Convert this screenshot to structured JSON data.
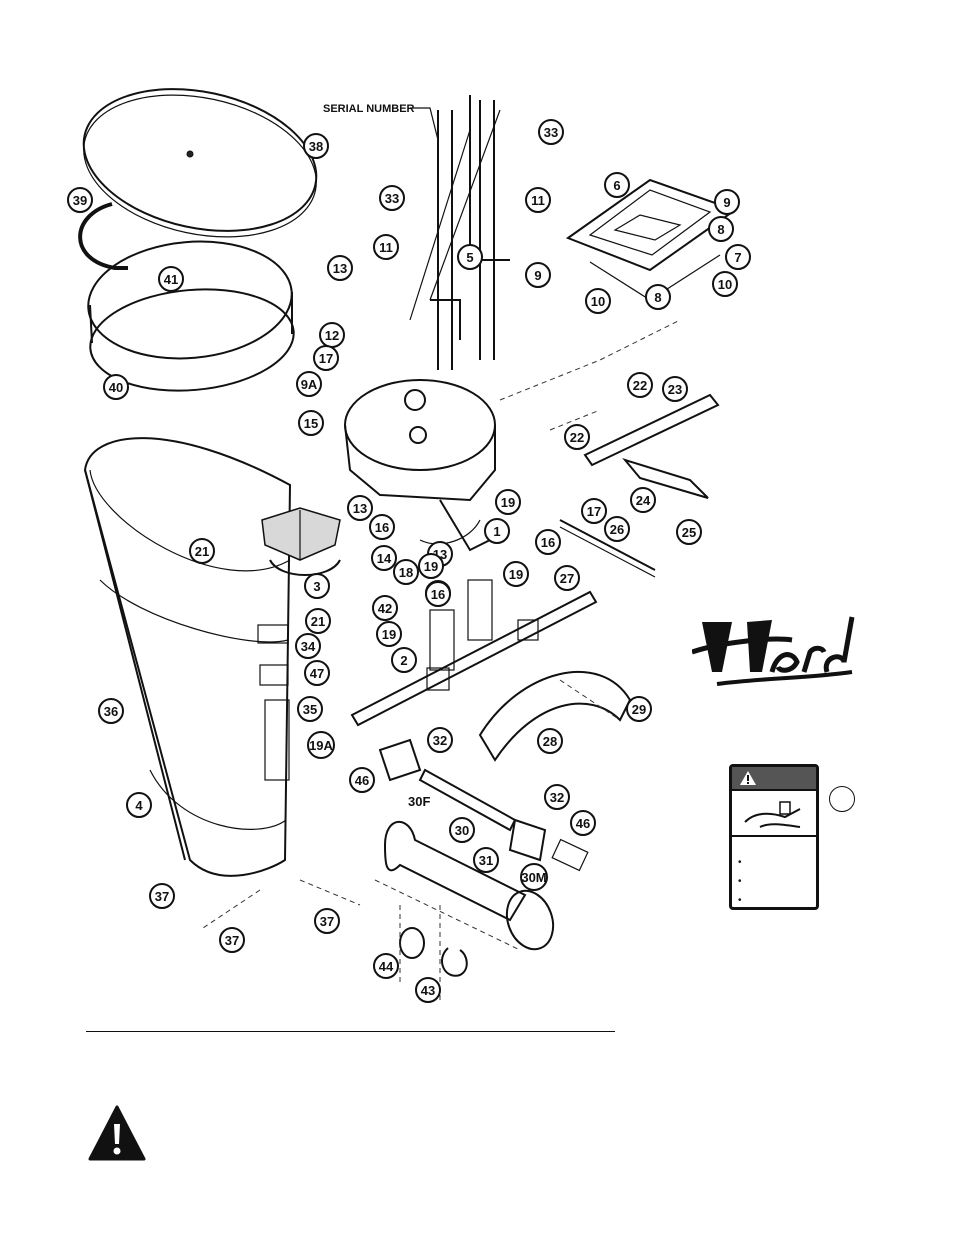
{
  "serial_label": "SERIAL NUMBER",
  "label_30f": "30F",
  "callouts": [
    "38",
    "39",
    "41",
    "40",
    "36",
    "4",
    "35",
    "47",
    "34",
    "3",
    "21",
    "21",
    "37",
    "37",
    "37",
    "33",
    "33",
    "11",
    "5",
    "11",
    "13",
    "12",
    "17",
    "9A",
    "15",
    "1",
    "19",
    "18",
    "14",
    "16",
    "16",
    "13",
    "13",
    "42",
    "19",
    "19",
    "19",
    "16",
    "2",
    "19A",
    "32",
    "46",
    "28",
    "30",
    "32",
    "46",
    "30M",
    "31",
    "44",
    "43",
    "6",
    "9",
    "8",
    "7",
    "9",
    "10",
    "8",
    "10",
    "22",
    "23",
    "22",
    "24",
    "17",
    "16",
    "26",
    "27",
    "25",
    "29"
  ]
}
